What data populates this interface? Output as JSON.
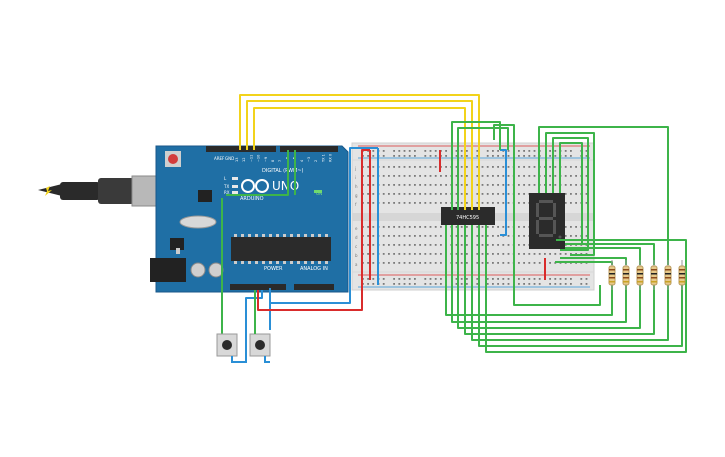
{
  "board": {
    "model": "UNO",
    "brand": "ARDUINO",
    "digital_label": "DIGITAL (PWM~)",
    "power_label": "POWER",
    "analog_label": "ANALOG IN",
    "on_label": "ON",
    "tx_label": "TX",
    "rx_label": "RX",
    "l_label": "L",
    "aref_label": "AREF",
    "gnd_label": "GND",
    "pin_labels": [
      "13",
      "12",
      "~11",
      "~10",
      "~9",
      "8",
      "7",
      "~6",
      "~5",
      "4",
      "~3",
      "2",
      "TX 1",
      "RX 0"
    ]
  },
  "breadboard": {
    "row_letters_top": [
      "j",
      "i",
      "h",
      "g",
      "f"
    ],
    "row_letters_bottom": [
      "e",
      "d",
      "c",
      "b",
      "a"
    ]
  },
  "ic": {
    "label": "74HC595"
  },
  "colors": {
    "board_blue": "#1f6fa5",
    "wire_yellow": "#f2d31b",
    "wire_green": "#3db44a",
    "wire_red": "#d92c2c",
    "wire_blue": "#2a8fd6",
    "breadboard": "#e4e4e4",
    "chip": "#2b2b2b",
    "resistor": "#e7c98a"
  }
}
